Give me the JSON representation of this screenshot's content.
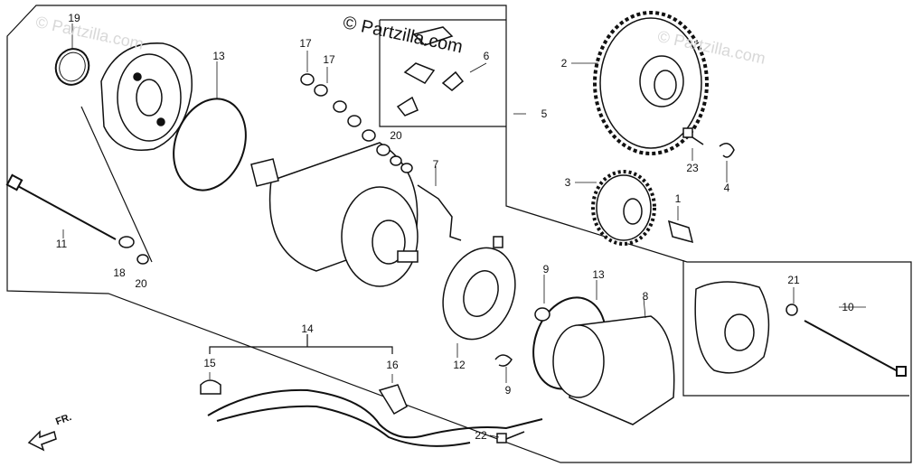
{
  "watermark": "© Partzilla.com",
  "direction_label": "FR.",
  "callouts": [
    "1",
    "2",
    "3",
    "4",
    "5",
    "6",
    "7",
    "8",
    "9",
    "9",
    "10",
    "11",
    "12",
    "13",
    "13",
    "14",
    "15",
    "16",
    "17",
    "17",
    "18",
    "19",
    "20",
    "20",
    "21",
    "22",
    "23"
  ],
  "labels": {
    "c1": "1",
    "c2": "2",
    "c3": "3",
    "c4": "4",
    "c5": "5",
    "c6": "6",
    "c7": "7",
    "c8": "8",
    "c9a": "9",
    "c9b": "9",
    "c10": "10",
    "c11": "11",
    "c12": "12",
    "c13a": "13",
    "c13b": "13",
    "c14": "14",
    "c15": "15",
    "c16": "16",
    "c17a": "17",
    "c17b": "17",
    "c18": "18",
    "c19": "19",
    "c20a": "20",
    "c20b": "20",
    "c21": "21",
    "c22": "22",
    "c23": "23"
  }
}
